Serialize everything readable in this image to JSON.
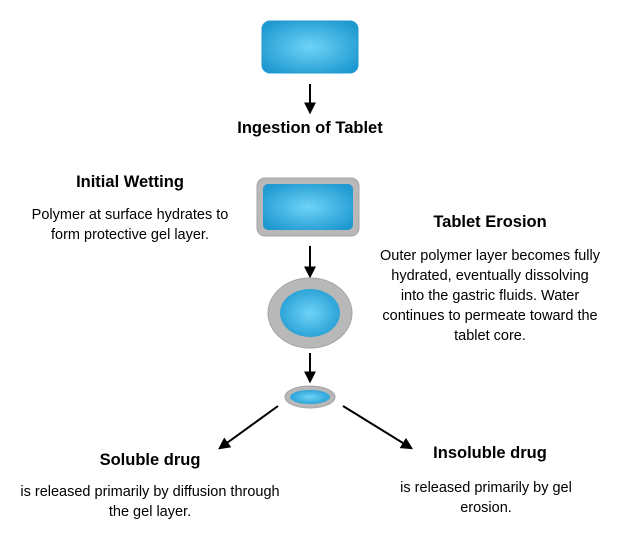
{
  "steps": {
    "ingestion": {
      "title": "Ingestion of Tablet"
    },
    "initial_wetting": {
      "title": "Initial Wetting",
      "description": "Polymer at surface hydrates to form protective gel layer."
    },
    "tablet_erosion": {
      "title": "Tablet Erosion",
      "description": "Outer polymer layer becomes fully hydrated, eventually dissolving into the gastric fluids. Water continues to permeate toward the tablet core."
    },
    "soluble_drug": {
      "title": "Soluble drug",
      "description": "is released primarily by diffusion through the gel layer."
    },
    "insoluble_drug": {
      "title": "Insoluble drug",
      "description": "is released primarily by gel erosion."
    }
  },
  "colors": {
    "tablet_edge": "#1f9ad1",
    "tablet_center": "#6fd3f7",
    "gel_layer": "#b8b8b8",
    "gel_layer_edge": "#a4a4a4",
    "arrow": "#000000"
  }
}
